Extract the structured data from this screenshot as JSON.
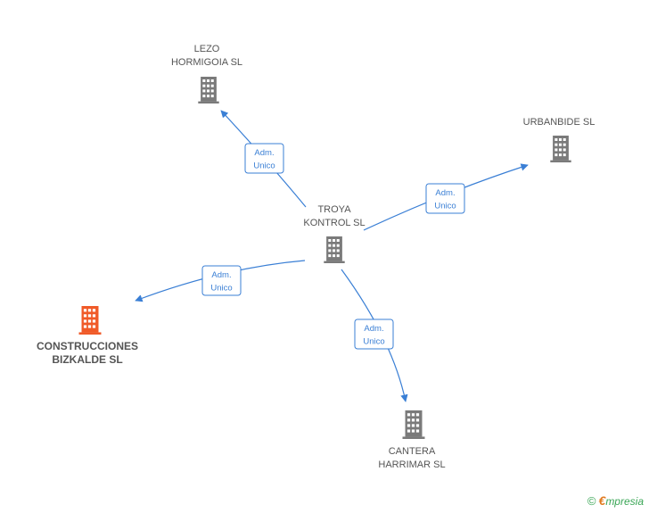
{
  "colors": {
    "node_default": "#7a7a7a",
    "node_highlight": "#f05a28",
    "edge": "#3a7fd5",
    "label": "#555555",
    "watermark": "#3aa656"
  },
  "nodes": [
    {
      "id": "troya",
      "lines": [
        "TROYA",
        "KONTROL SL"
      ],
      "highlight": false,
      "icon": "building-icon"
    },
    {
      "id": "lezo",
      "lines": [
        "LEZO",
        "HORMIGOIA SL"
      ],
      "highlight": false,
      "icon": "building-icon"
    },
    {
      "id": "urbanbide",
      "lines": [
        "URBANBIDE SL"
      ],
      "highlight": false,
      "icon": "building-icon"
    },
    {
      "id": "construcciones",
      "lines": [
        "CONSTRUCCIONES",
        "BIZKALDE SL"
      ],
      "highlight": true,
      "icon": "building-icon"
    },
    {
      "id": "cantera",
      "lines": [
        "CANTERA",
        "HARRIMAR SL"
      ],
      "highlight": false,
      "icon": "building-icon"
    }
  ],
  "edges": [
    {
      "from": "troya",
      "to": "lezo",
      "label": [
        "Adm.",
        "Unico"
      ]
    },
    {
      "from": "troya",
      "to": "urbanbide",
      "label": [
        "Adm.",
        "Unico"
      ]
    },
    {
      "from": "troya",
      "to": "construcciones",
      "label": [
        "Adm.",
        "Unico"
      ]
    },
    {
      "from": "troya",
      "to": "cantera",
      "label": [
        "Adm.",
        "Unico"
      ]
    }
  ],
  "watermark": {
    "copyright_symbol": "©",
    "brand_initial": "€",
    "brand_rest": "mpresia"
  }
}
